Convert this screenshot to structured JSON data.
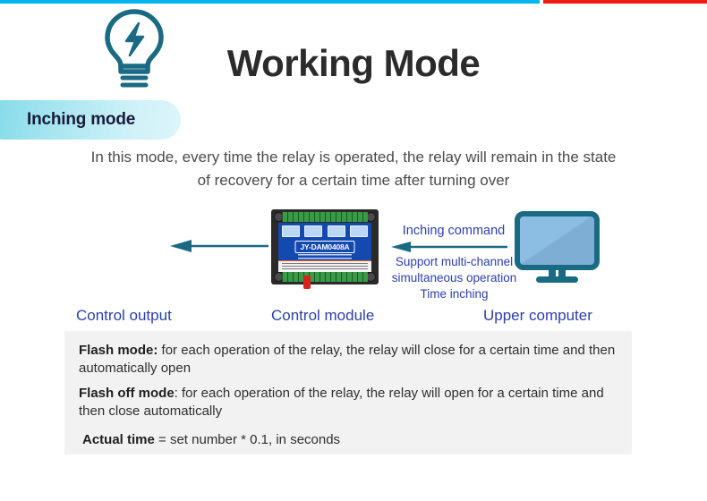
{
  "topbar": {
    "cyan_color": "#00b5ef",
    "red_color": "#ef1c12"
  },
  "header": {
    "title": "Working Mode"
  },
  "mode_badge": {
    "label": "Inching mode"
  },
  "description": {
    "text": "In this mode, every time the relay is operated, the relay will remain in the state of recovery for a certain time after turning over"
  },
  "diagram": {
    "bulb_icon": "lightbulb-bolt-icon",
    "monitor_icon": "monitor-icon",
    "arrow_icon": "arrow-left-icon",
    "pcb": {
      "board_label": "JY-DAM0408A"
    },
    "command": {
      "title": "Inching command",
      "line1": "Support multi-channel",
      "line2": "simultaneous operation",
      "line3": "Time inching"
    },
    "captions": {
      "output": "Control output",
      "module": "Control module",
      "computer": "Upper computer"
    },
    "accent_color": "#1b6a84",
    "label_color": "#2b3fae"
  },
  "notebox": {
    "flash": {
      "term": "Flash mode:",
      "body": " for each operation of the relay, the relay will close for a certain time and then automatically open"
    },
    "flash_off": {
      "term": "Flash off mode",
      "body": ": for each operation of the relay, the relay will open for a certain time and then close automatically"
    },
    "actual": {
      "term": "Actual time",
      "body": " = set number * 0.1, in seconds"
    }
  }
}
